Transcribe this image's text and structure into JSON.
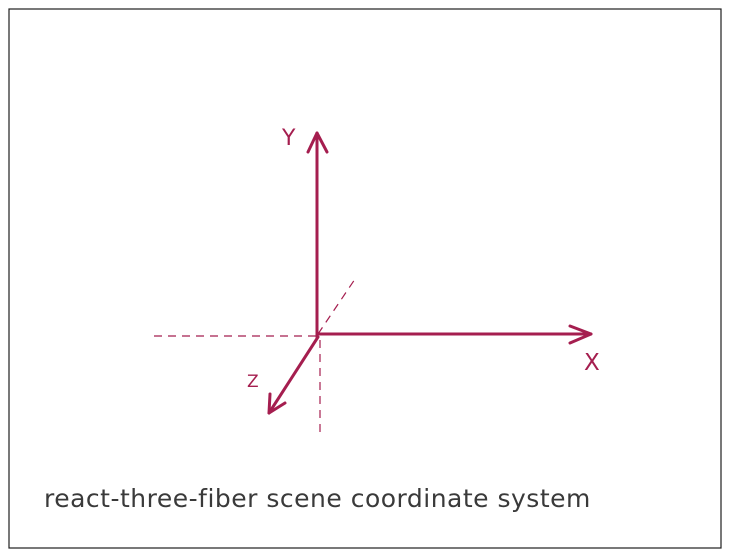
{
  "diagram": {
    "caption": "react-three-fiber scene coordinate system",
    "axes": [
      {
        "name": "x",
        "label": "X",
        "direction": "right",
        "style": "solid arrow"
      },
      {
        "name": "y",
        "label": "Y",
        "direction": "up",
        "style": "solid arrow"
      },
      {
        "name": "z",
        "label": "Z",
        "direction": "toward viewer (down-left)",
        "style": "solid arrow"
      }
    ],
    "negative_axes_style": "dashed",
    "colors": {
      "axis": "#a51e4f",
      "caption": "#3a3a3a",
      "border": "#1e1e1e",
      "background": "#ffffff"
    }
  }
}
